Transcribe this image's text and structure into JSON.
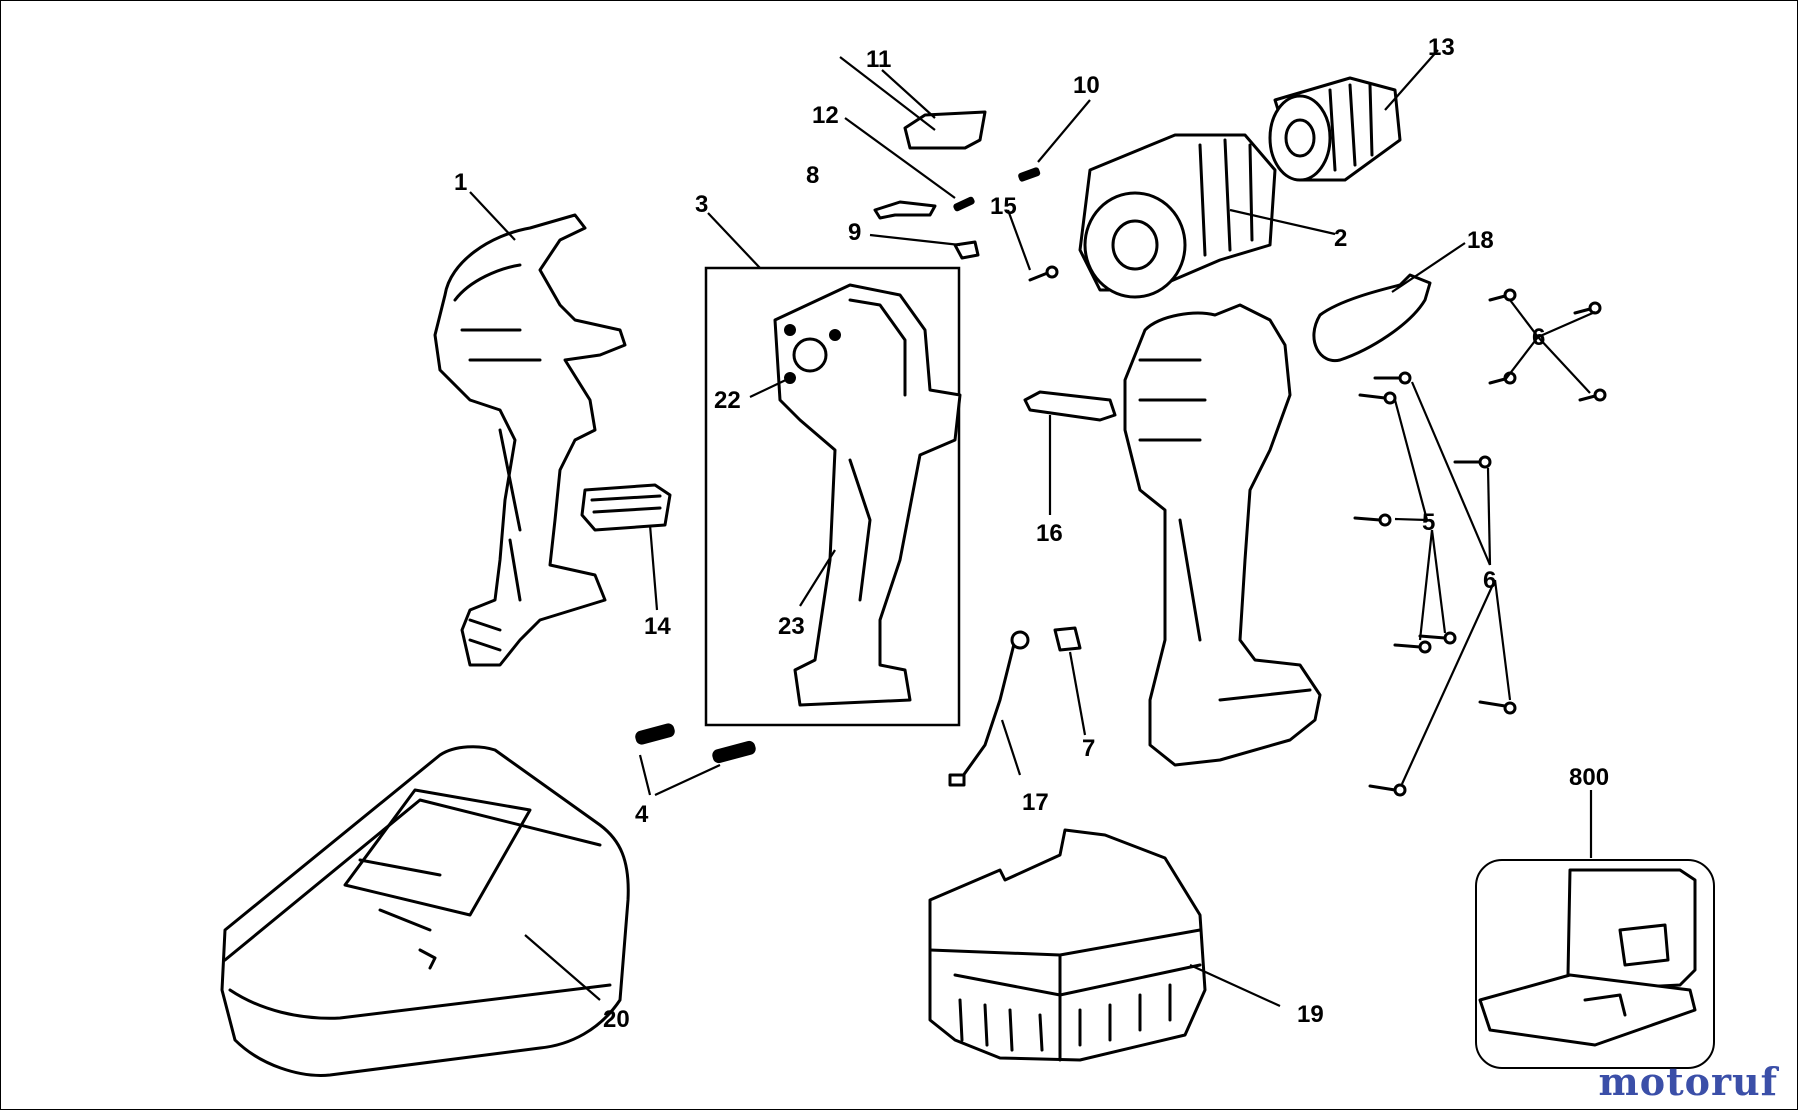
{
  "diagram": {
    "callouts": [
      {
        "id": "1",
        "text": "1"
      },
      {
        "id": "2",
        "text": "2"
      },
      {
        "id": "3",
        "text": "3"
      },
      {
        "id": "4",
        "text": "4"
      },
      {
        "id": "5",
        "text": "5"
      },
      {
        "id": "6a",
        "text": "6"
      },
      {
        "id": "6b",
        "text": "6"
      },
      {
        "id": "7",
        "text": "7"
      },
      {
        "id": "8",
        "text": "8"
      },
      {
        "id": "9",
        "text": "9"
      },
      {
        "id": "10",
        "text": "10"
      },
      {
        "id": "11",
        "text": "11"
      },
      {
        "id": "12",
        "text": "12"
      },
      {
        "id": "13",
        "text": "13"
      },
      {
        "id": "14",
        "text": "14"
      },
      {
        "id": "15",
        "text": "15"
      },
      {
        "id": "16",
        "text": "16"
      },
      {
        "id": "17",
        "text": "17"
      },
      {
        "id": "18",
        "text": "18"
      },
      {
        "id": "19",
        "text": "19"
      },
      {
        "id": "20",
        "text": "20"
      },
      {
        "id": "22",
        "text": "22"
      },
      {
        "id": "23",
        "text": "23"
      },
      {
        "id": "800",
        "text": "800"
      }
    ]
  },
  "watermark": {
    "text": "motoruf",
    "brand_color": "#3b4fa8",
    "accent_color": "#e0532b"
  }
}
